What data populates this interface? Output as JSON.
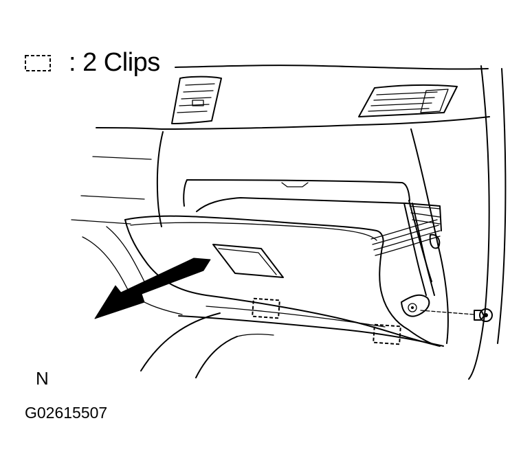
{
  "legend": {
    "clip_symbol": "dashed-box-icon",
    "text": ": 2 Clips"
  },
  "labels": {
    "view_code": "N",
    "figure_id": "G02615507"
  },
  "colors": {
    "ink": "#000000",
    "background": "#ffffff"
  }
}
